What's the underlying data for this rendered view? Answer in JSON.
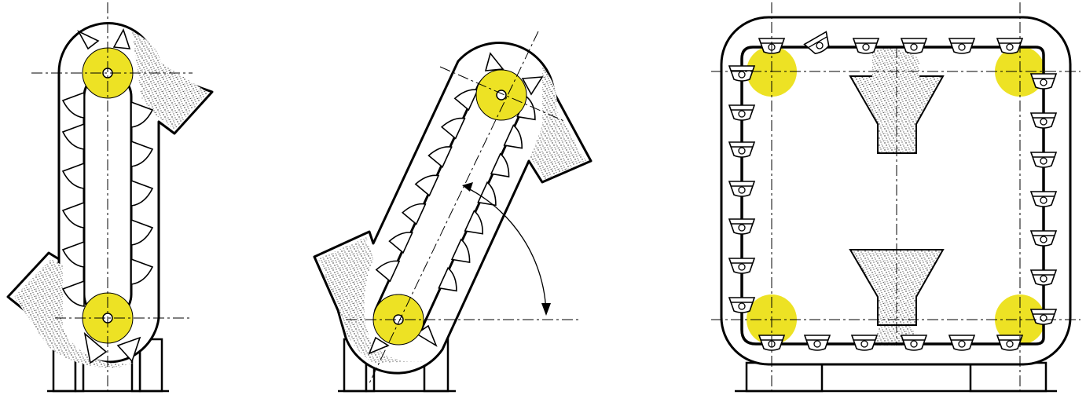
{
  "colors": {
    "pulley": "#ede224",
    "line": "#000000",
    "material": "#2b2b2b",
    "background": "#ffffff"
  },
  "figures": [
    {
      "name": "vertical-bucket-elevator",
      "orientation": "vertical"
    },
    {
      "name": "inclined-bucket-elevator",
      "orientation": "inclined"
    },
    {
      "name": "gravity-discharge-bucket-conveyor",
      "orientation": "closed-loop"
    }
  ]
}
